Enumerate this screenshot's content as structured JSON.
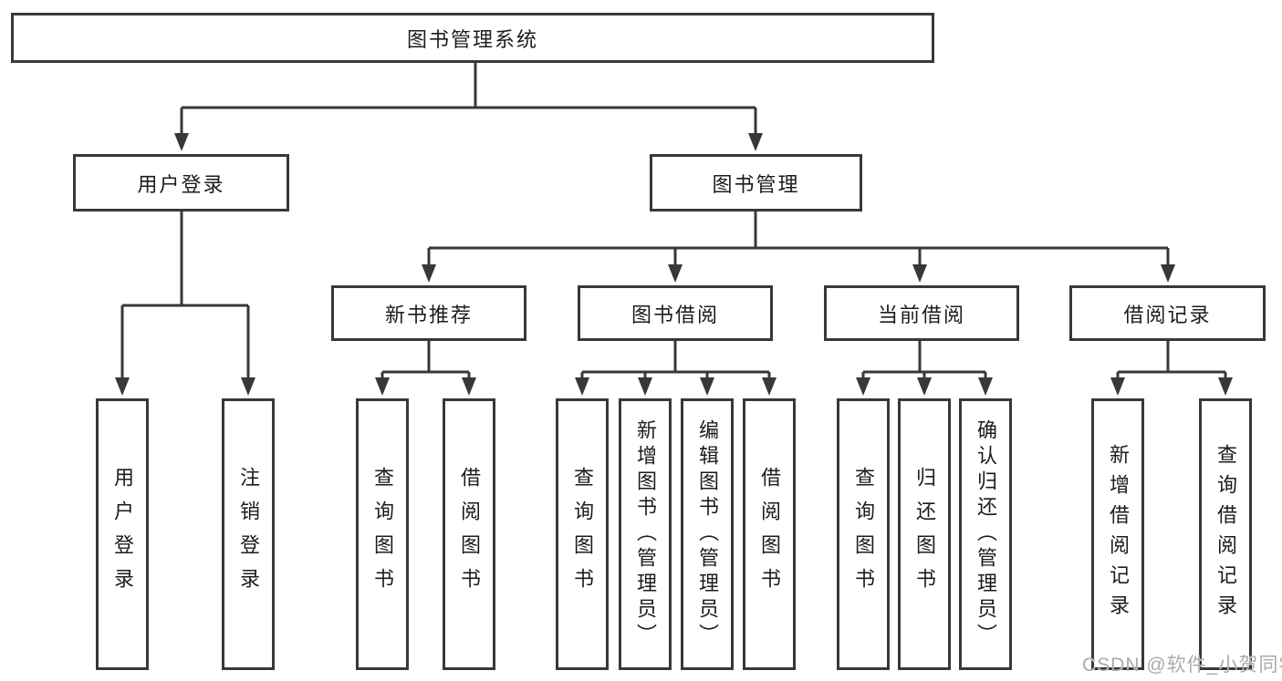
{
  "palette": {
    "line_color": "#383838",
    "box_border_color": "#383838",
    "text_color": "#1c1c1c",
    "watermark_color": "#ababab",
    "background": "#ffffff"
  },
  "root": {
    "label": "图书管理系统"
  },
  "branches": {
    "user_login": {
      "label": "用户登录",
      "leaves": [
        "用户登录",
        "注销登录"
      ]
    },
    "book_management": {
      "label": "图书管理",
      "sections": [
        {
          "label": "新书推荐",
          "leaves": [
            "查询图书",
            "借阅图书"
          ]
        },
        {
          "label": "图书借阅",
          "leaves": [
            "查询图书",
            "新增图书（管理员）",
            "编辑图书（管理员）",
            "借阅图书"
          ]
        },
        {
          "label": "当前借阅",
          "leaves": [
            "查询图书",
            "归还图书",
            "确认归还（管理员）"
          ]
        },
        {
          "label": "借阅记录",
          "leaves": [
            "新增借阅记录",
            "查询借阅记录"
          ]
        }
      ]
    }
  },
  "watermark": {
    "text": "CSDN @软件_小贺同学"
  }
}
